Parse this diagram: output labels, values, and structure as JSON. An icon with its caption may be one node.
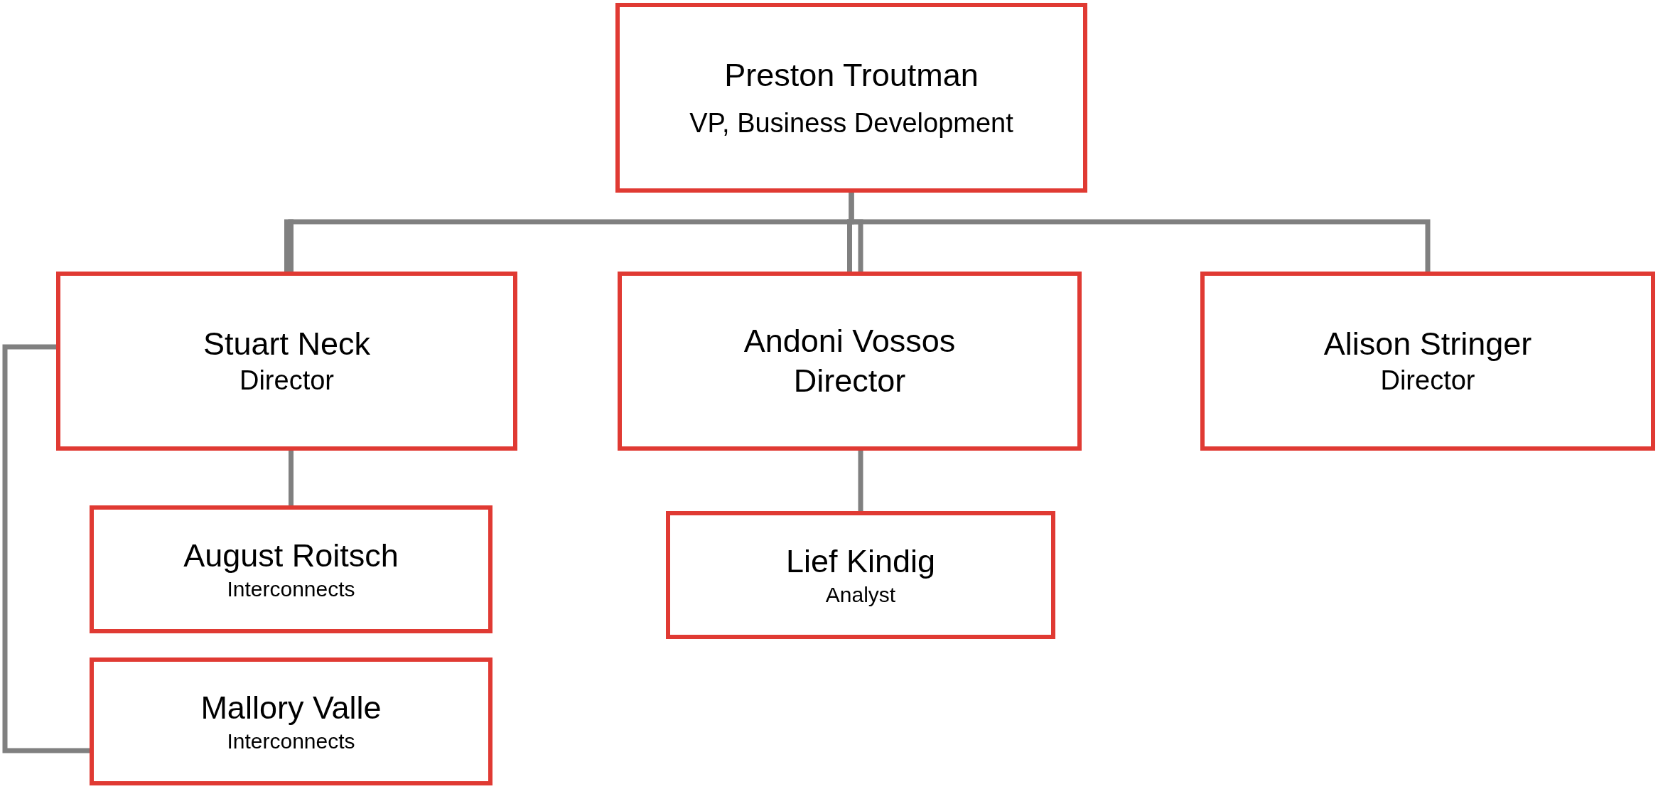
{
  "diagram": {
    "nodes": [
      {
        "text": [
          "Preston Troutman",
          "VP, Business Development"
        ]
      },
      {
        "text": [
          "Stuart Neck",
          "Director"
        ]
      },
      {
        "text": [
          "Andoni Vossos",
          "Director"
        ]
      },
      {
        "text": [
          "Alison Stringer",
          "Director"
        ]
      },
      {
        "text": [
          "August Roitsch",
          "Interconnects"
        ]
      },
      {
        "text": [
          "Mallory Valle",
          "Interconnects"
        ]
      },
      {
        "text": [
          "Lief Kindig",
          "Analyst"
        ]
      }
    ],
    "edges": [
      {
        "from": 0,
        "to": 1,
        "arrow": "none"
      },
      {
        "from": 0,
        "to": 2,
        "arrow": "none"
      },
      {
        "from": 0,
        "to": 3,
        "arrow": "none"
      },
      {
        "from": 1,
        "to": 4,
        "arrow": "none"
      },
      {
        "from": 1,
        "to": 5,
        "arrow": "none"
      },
      {
        "from": 2,
        "to": 6,
        "arrow": "none"
      }
    ]
  }
}
